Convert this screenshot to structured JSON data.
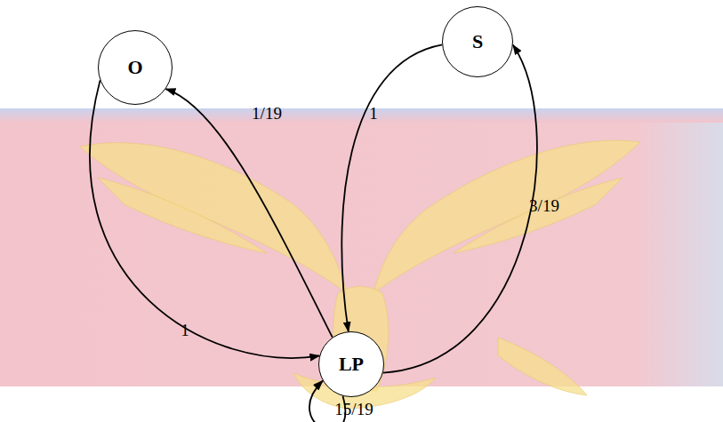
{
  "diagram": {
    "nodes": [
      {
        "text": [
          "O"
        ]
      },
      {
        "text": [
          "S"
        ]
      },
      {
        "text": [
          "LP"
        ]
      }
    ],
    "edges": [
      {
        "from": 0,
        "to": 2,
        "arrow": "to",
        "label": "1"
      },
      {
        "from": 2,
        "to": 0,
        "arrow": "to",
        "label": "1/19"
      },
      {
        "from": 1,
        "to": 2,
        "arrow": "to",
        "label": "1"
      },
      {
        "from": 2,
        "to": 1,
        "arrow": "to",
        "label": "3/19"
      },
      {
        "from": 2,
        "to": 2,
        "arrow": "to",
        "label": "15/19"
      }
    ]
  }
}
